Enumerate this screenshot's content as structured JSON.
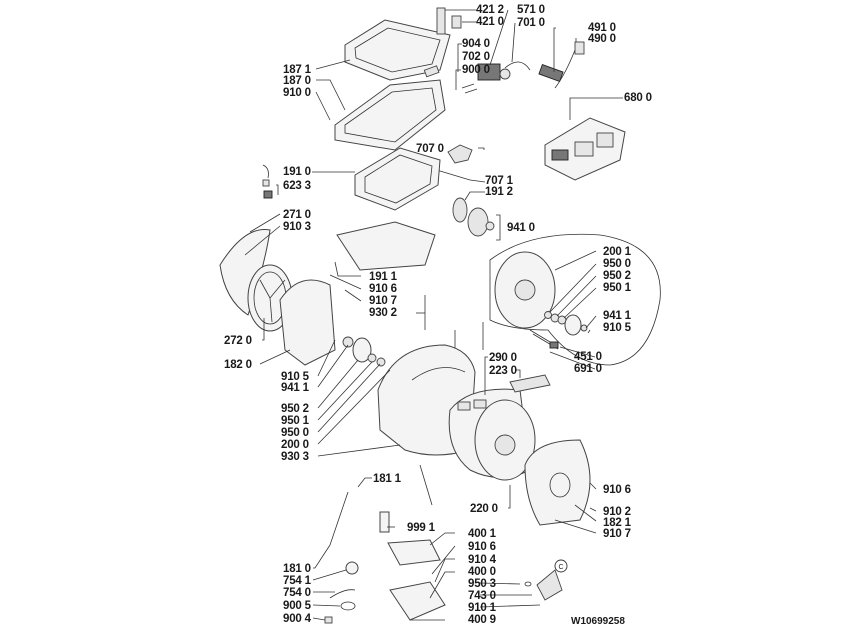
{
  "diagram": {
    "type": "exploded parts diagram",
    "subject": "top-load washing machine",
    "document_id": "W10699258",
    "callout_letter": "C",
    "labels": [
      {
        "id": "l4212",
        "text": "421 2"
      },
      {
        "id": "l4210",
        "text": "421 0"
      },
      {
        "id": "l5710",
        "text": "571 0"
      },
      {
        "id": "l7010",
        "text": "701 0"
      },
      {
        "id": "l4910",
        "text": "491 0"
      },
      {
        "id": "l4900",
        "text": "490 0"
      },
      {
        "id": "l9040",
        "text": "904 0"
      },
      {
        "id": "l7020",
        "text": "702 0"
      },
      {
        "id": "l9000",
        "text": "900 0"
      },
      {
        "id": "l1871",
        "text": "187 1"
      },
      {
        "id": "l1870",
        "text": "187 0"
      },
      {
        "id": "l9100",
        "text": "910 0"
      },
      {
        "id": "l6800",
        "text": "680 0"
      },
      {
        "id": "l7070",
        "text": "707 0"
      },
      {
        "id": "l1910",
        "text": "191 0"
      },
      {
        "id": "l6233",
        "text": "623 3"
      },
      {
        "id": "l7071",
        "text": "707 1"
      },
      {
        "id": "l1912",
        "text": "191 2"
      },
      {
        "id": "l2710",
        "text": "271 0"
      },
      {
        "id": "l9103",
        "text": "910 3"
      },
      {
        "id": "l9410",
        "text": "941 0"
      },
      {
        "id": "l2001",
        "text": "200 1"
      },
      {
        "id": "l9500a",
        "text": "950 0"
      },
      {
        "id": "l9502a",
        "text": "950 2"
      },
      {
        "id": "l9501a",
        "text": "950 1"
      },
      {
        "id": "l1911",
        "text": "191 1"
      },
      {
        "id": "l9106a",
        "text": "910 6"
      },
      {
        "id": "l9107a",
        "text": "910 7"
      },
      {
        "id": "l9302",
        "text": "930 2"
      },
      {
        "id": "l9411a",
        "text": "941 1"
      },
      {
        "id": "l9105a",
        "text": "910 5"
      },
      {
        "id": "l2720",
        "text": "272 0"
      },
      {
        "id": "l4510",
        "text": "451 0"
      },
      {
        "id": "l1820",
        "text": "182 0"
      },
      {
        "id": "l6910",
        "text": "691 0"
      },
      {
        "id": "l9105b",
        "text": "910 5"
      },
      {
        "id": "l9411b",
        "text": "941 1"
      },
      {
        "id": "l2900",
        "text": "290 0"
      },
      {
        "id": "l2230",
        "text": "223 0"
      },
      {
        "id": "l9502b",
        "text": "950 2"
      },
      {
        "id": "l9501b",
        "text": "950 1"
      },
      {
        "id": "l9500b",
        "text": "950 0"
      },
      {
        "id": "l2000",
        "text": "200 0"
      },
      {
        "id": "l9303",
        "text": "930 3"
      },
      {
        "id": "l1811",
        "text": "181 1"
      },
      {
        "id": "l9106b",
        "text": "910 6"
      },
      {
        "id": "l2200",
        "text": "220 0"
      },
      {
        "id": "l9102",
        "text": "910 2"
      },
      {
        "id": "l1821",
        "text": "182 1"
      },
      {
        "id": "l9107b",
        "text": "910 7"
      },
      {
        "id": "l9991",
        "text": "999 1"
      },
      {
        "id": "l4001",
        "text": "400 1"
      },
      {
        "id": "l1810",
        "text": "181 0"
      },
      {
        "id": "l9106c",
        "text": "910 6"
      },
      {
        "id": "l9104",
        "text": "910 4"
      },
      {
        "id": "l7541",
        "text": "754 1"
      },
      {
        "id": "l4000",
        "text": "400 0"
      },
      {
        "id": "l7540",
        "text": "754 0"
      },
      {
        "id": "l9503",
        "text": "950 3"
      },
      {
        "id": "l7430",
        "text": "743 0"
      },
      {
        "id": "l9005",
        "text": "900 5"
      },
      {
        "id": "l9101",
        "text": "910 1"
      },
      {
        "id": "l9004",
        "text": "900 4"
      },
      {
        "id": "l4009",
        "text": "400 9"
      }
    ]
  }
}
